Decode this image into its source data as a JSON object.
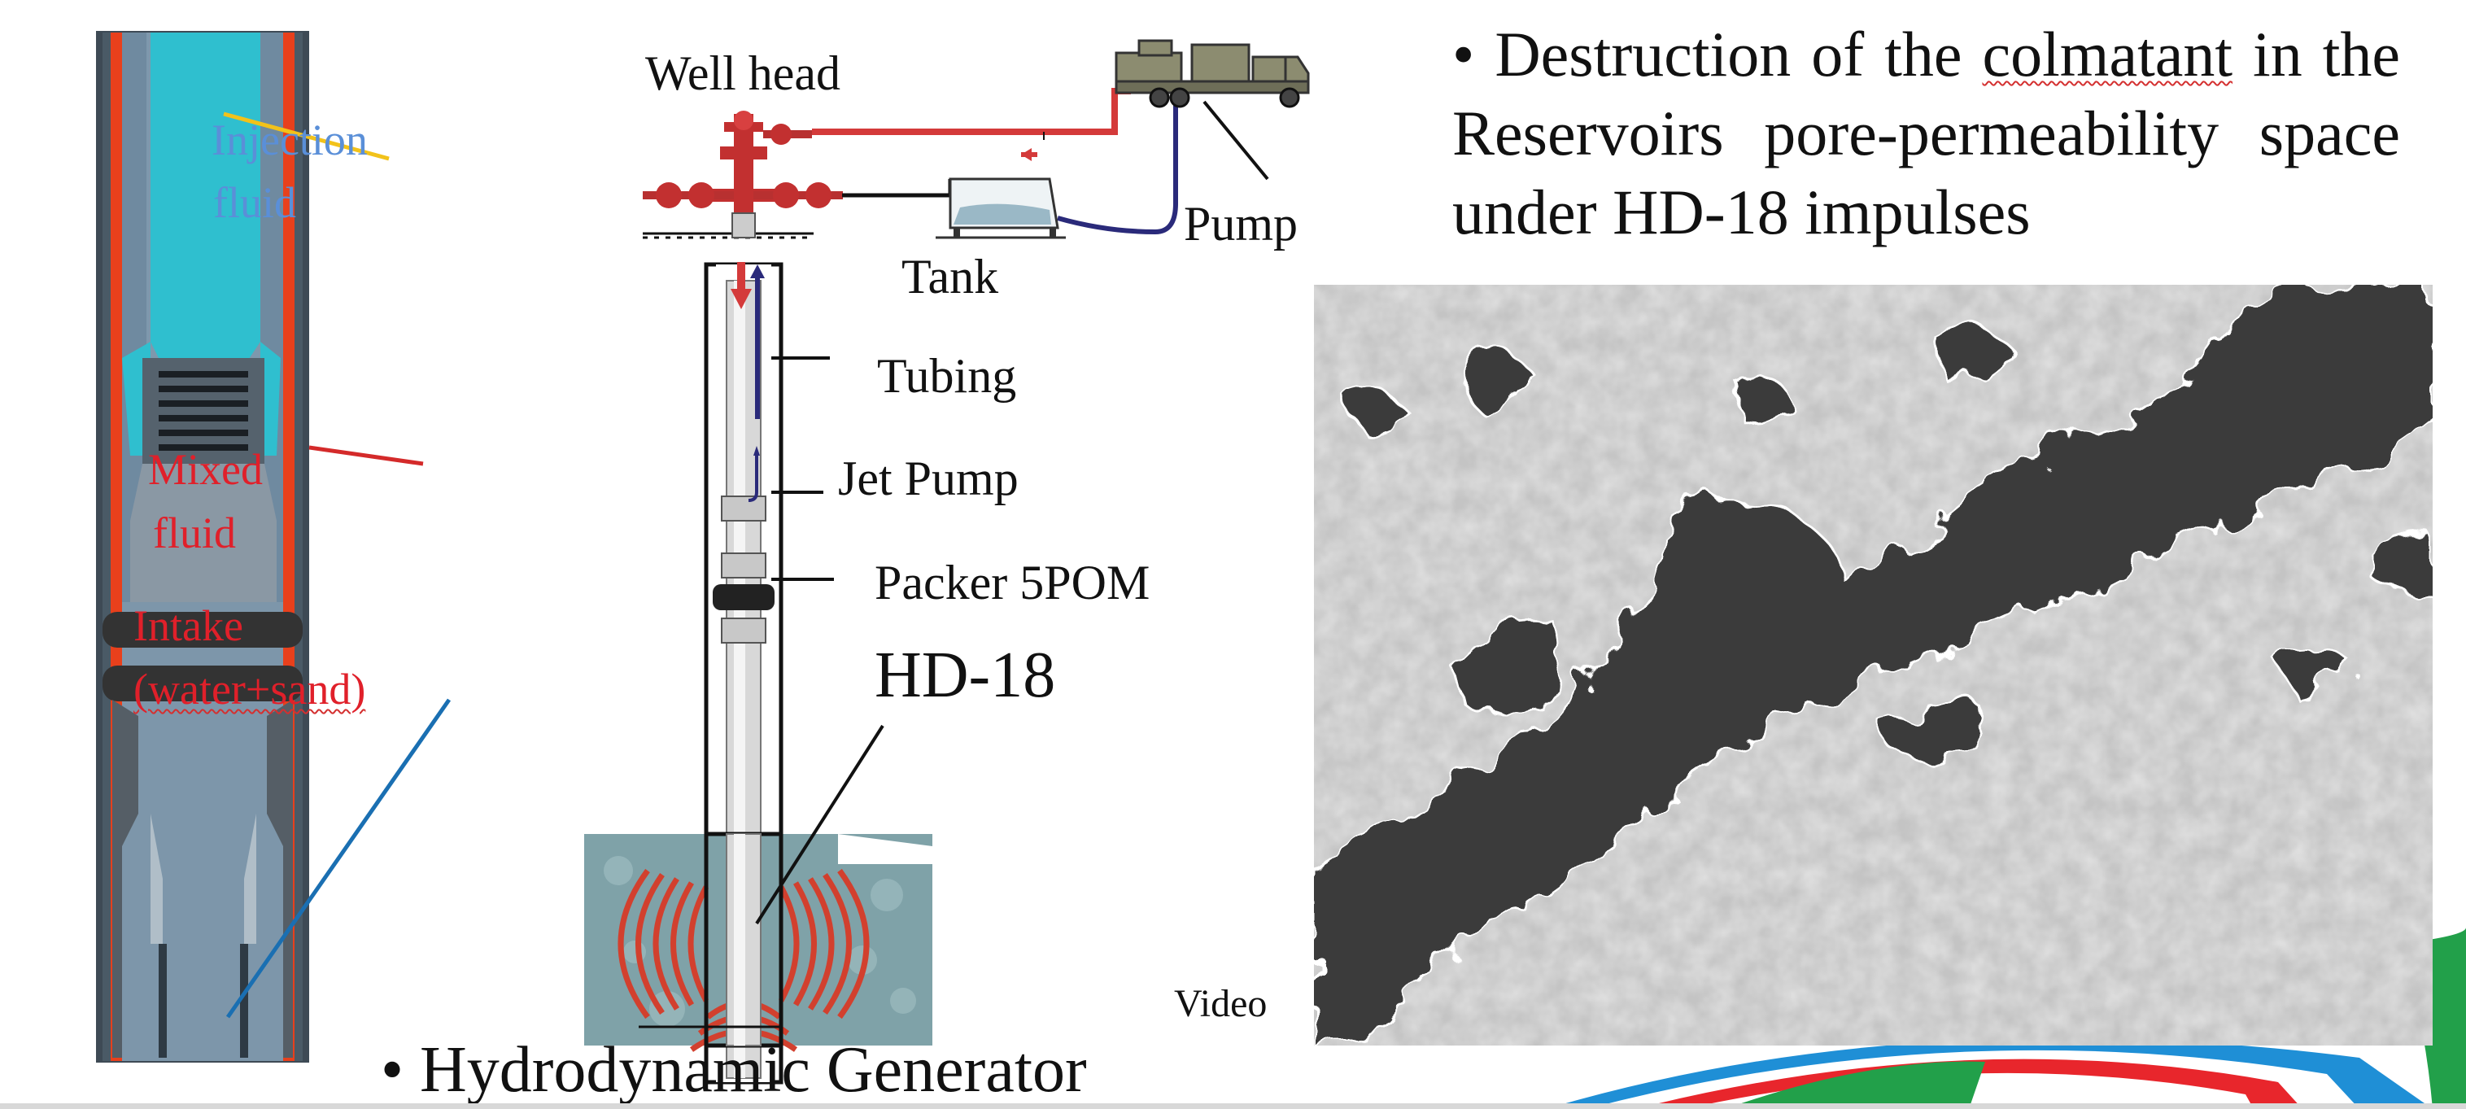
{
  "left_diagram": {
    "labels": {
      "injection": "Injection",
      "fluid_top": "fluid",
      "mixed": "Mixed",
      "fluid_mid": "fluid",
      "intake": "Intake",
      "water_sand": "(water+sand)"
    }
  },
  "middle_diagram": {
    "labels": {
      "well_head": "Well head",
      "pump": "Pump",
      "tank": "Tank",
      "tubing": "Tubing",
      "jet_pump": "Jet Pump",
      "packer": "Packer 5POM",
      "hd18": "HD-18"
    }
  },
  "bullet": {
    "marker": "•",
    "prefix": "Destruction of the",
    "underlined_word": "colmatant",
    "suffix": "in the Reservoirs pore-permeability space under HD-18 impulses"
  },
  "bottom_bullet": {
    "text": "• Hydrodynamic Generator"
  },
  "microscopy": {
    "video_label": "Video"
  },
  "colors": {
    "casing_red": "#e8401c",
    "injection_cyan": "#2fbfcf",
    "tool_grey": "#6f8aa0",
    "pipe_red": "#d43a3a",
    "pipe_navy": "#2a2a7a",
    "label_red": "#e0202a",
    "label_blue": "#5a8fd8",
    "slide_red": "#e8262c",
    "slide_blue": "#1f8fd6",
    "slide_green": "#22a04a"
  },
  "icons": [
    "wellhead-valve-icon",
    "pump-truck-icon",
    "tank-icon",
    "wave-rings-icon",
    "down-arrow-icon",
    "up-arrow-icon"
  ]
}
